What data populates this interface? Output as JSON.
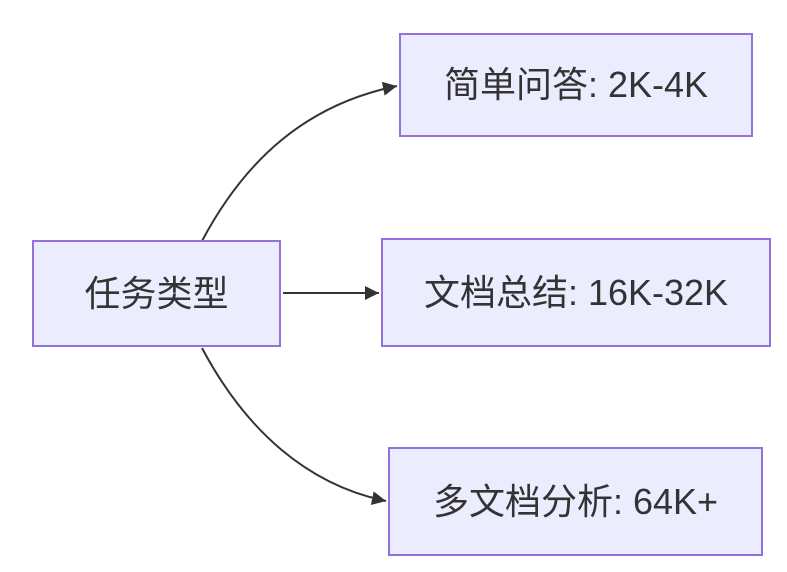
{
  "diagram": {
    "type": "flowchart",
    "direction": "left-to-right",
    "root": {
      "id": "task-type",
      "label": "任务类型"
    },
    "branches": [
      {
        "id": "simple-qa",
        "label": "简单问答: 2K-4K"
      },
      {
        "id": "doc-summary",
        "label": "文档总结: 16K-32K"
      },
      {
        "id": "multi-doc",
        "label": "多文档分析: 64K+"
      }
    ],
    "edges": [
      {
        "from": "task-type",
        "to": "simple-qa"
      },
      {
        "from": "task-type",
        "to": "doc-summary"
      },
      {
        "from": "task-type",
        "to": "multi-doc"
      }
    ]
  },
  "theme": {
    "background": "#ffffff",
    "node-fill": "#ECECFF",
    "node-border": "#9370DB",
    "edge": "#333333",
    "text": "#333333"
  }
}
